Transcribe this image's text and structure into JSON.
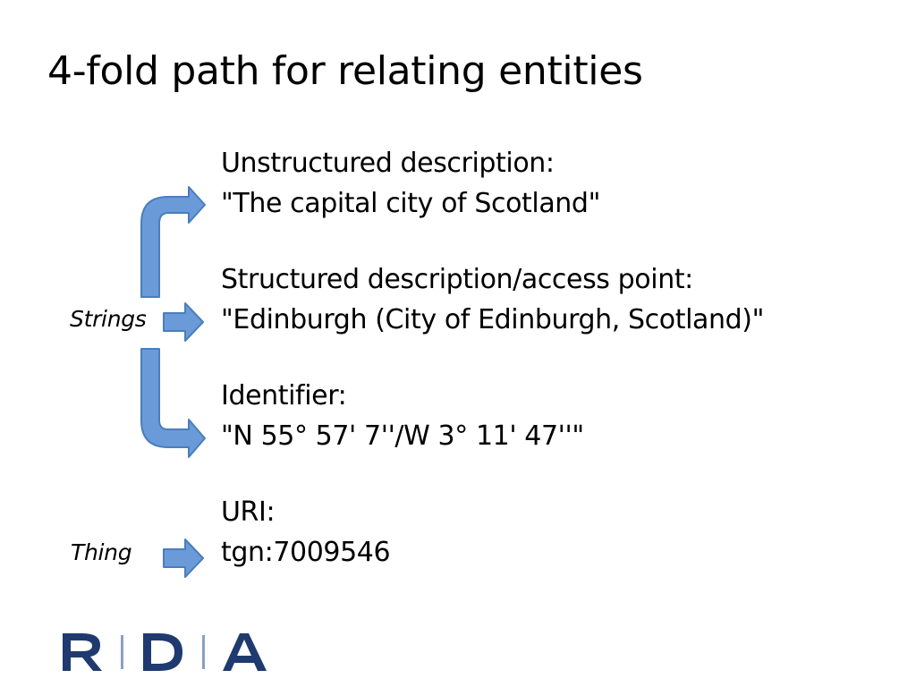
{
  "slide": {
    "title": "4-fold path for relating entities"
  },
  "labels": {
    "strings": "Strings",
    "thing": "Thing"
  },
  "entries": {
    "unstructured": {
      "heading": "Unstructured description:",
      "value": "\"The capital city of Scotland\""
    },
    "structured": {
      "heading": "Structured description/access point:",
      "value": "\"Edinburgh (City of Edinburgh, Scotland)\""
    },
    "identifier": {
      "heading": "Identifier:",
      "value": "\"N 55° 57' 7''/W 3° 11' 47''\""
    },
    "uri": {
      "heading": "URI:",
      "value": "tgn:7009546"
    }
  },
  "logo": {
    "text": "RDA",
    "color": "#1f3a6e",
    "divider_color": "#8aa0c0"
  },
  "colors": {
    "arrow_fill": "#6a9bd8",
    "arrow_stroke": "#4a7ebb"
  }
}
